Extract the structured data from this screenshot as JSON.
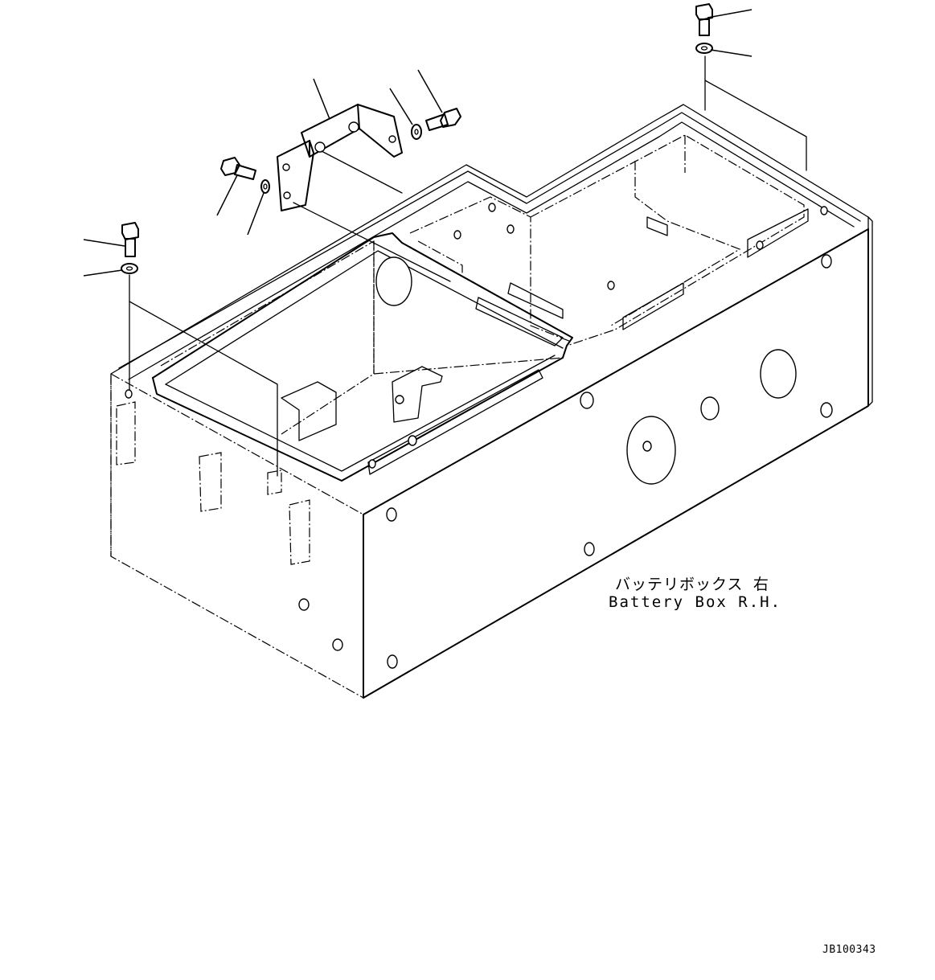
{
  "caption": {
    "japanese": "バッテリボックス 右",
    "english": "Battery Box R.H."
  },
  "drawing_code": "JB100343",
  "icons": [
    "bolt-icon",
    "washer-icon",
    "bracket-icon",
    "battery-box-icon"
  ]
}
